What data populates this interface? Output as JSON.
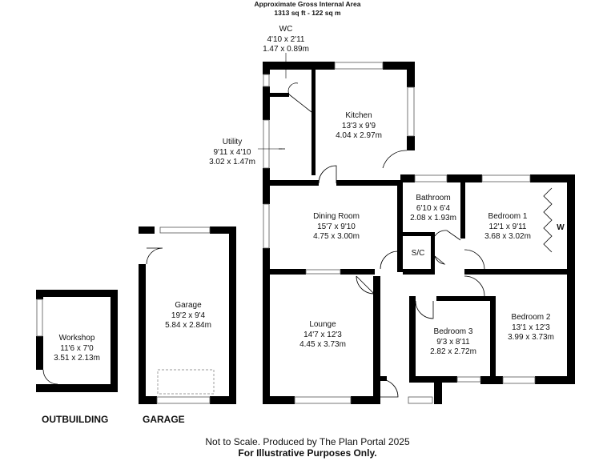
{
  "header": {
    "title": "Approximate Gross Internal Area",
    "area": "1313 sq ft - 122 sq m"
  },
  "rooms": [
    {
      "id": "wc",
      "name": "WC",
      "imperial": "4'10 x 2'11",
      "metric": "1.47 x 0.89m"
    },
    {
      "id": "utility",
      "name": "Utility",
      "imperial": "9'11 x 4'10",
      "metric": "3.02 x 1.47m"
    },
    {
      "id": "kitchen",
      "name": "Kitchen",
      "imperial": "13'3 x 9'9",
      "metric": "4.04 x 2.97m"
    },
    {
      "id": "dining",
      "name": "Dining Room",
      "imperial": "15'7 x 9'10",
      "metric": "4.75 x 3.00m"
    },
    {
      "id": "bathroom",
      "name": "Bathroom",
      "imperial": "6'10 x 6'4",
      "metric": "2.08 x 1.93m"
    },
    {
      "id": "bedroom1",
      "name": "Bedroom 1",
      "imperial": "12'1 x 9'11",
      "metric": "3.68 x 3.02m"
    },
    {
      "id": "lounge",
      "name": "Lounge",
      "imperial": "14'7 x 12'3",
      "metric": "4.45 x 3.73m"
    },
    {
      "id": "bedroom3",
      "name": "Bedroom 3",
      "imperial": "9'3 x 8'11",
      "metric": "2.82 x 2.72m"
    },
    {
      "id": "bedroom2",
      "name": "Bedroom 2",
      "imperial": "13'1 x 12'3",
      "metric": "3.99 x 3.73m"
    },
    {
      "id": "garage",
      "name": "Garage",
      "imperial": "19'2 x 9'4",
      "metric": "5.84 x 2.84m"
    },
    {
      "id": "workshop",
      "name": "Workshop",
      "imperial": "11'6 x 7'0",
      "metric": "3.51 x 2.13m"
    }
  ],
  "small_labels": {
    "sc": "S/C",
    "wardrobe": "W"
  },
  "sections": {
    "outbuilding": "OUTBUILDING",
    "garage": "GARAGE"
  },
  "footer": {
    "line1": "Not to Scale. Produced by The Plan Portal 2025",
    "line2": "For Illustrative Purposes Only."
  }
}
